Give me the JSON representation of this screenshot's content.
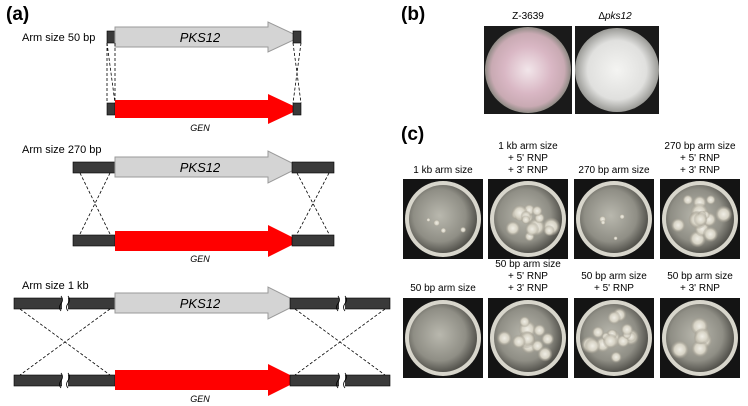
{
  "panels": {
    "a": "(a)",
    "b": "(b)",
    "c": "(c)"
  },
  "panel_a": {
    "rows": [
      {
        "arm_label": "Arm size 50 bp",
        "gene_label": "PKS12",
        "marker_label": "GEN"
      },
      {
        "arm_label": "Arm size 270 bp",
        "gene_label": "PKS12",
        "marker_label": "GEN"
      },
      {
        "arm_label": "Arm size 1 kb",
        "gene_label": "PKS12",
        "marker_label": "GEN"
      }
    ],
    "colors": {
      "gene": "#d4d4d4",
      "marker": "#ff0000",
      "arm": "#3a3a3a"
    }
  },
  "panel_b": {
    "plates": [
      {
        "label": "Z-3639"
      },
      {
        "label_prefix": "Δ",
        "label_italic": "pks12"
      }
    ]
  },
  "panel_c": {
    "row1": [
      {
        "lines": [
          "1 kb arm size"
        ],
        "growth": "sparse"
      },
      {
        "lines": [
          "1 kb arm size",
          "+ 5' RNP",
          "+ 3' RNP"
        ],
        "growth": "dense"
      },
      {
        "lines": [
          "270 bp arm size"
        ],
        "growth": "sparse"
      },
      {
        "lines": [
          "270 bp arm size",
          "+ 5' RNP",
          "+ 3' RNP"
        ],
        "growth": "dense"
      }
    ],
    "row2": [
      {
        "lines": [
          "50 bp arm size"
        ],
        "growth": "none"
      },
      {
        "lines": [
          "50 bp arm size",
          "+ 5' RNP",
          "+ 3' RNP"
        ],
        "growth": "dense"
      },
      {
        "lines": [
          "50 bp arm size",
          "+ 5' RNP"
        ],
        "growth": "dense"
      },
      {
        "lines": [
          "50 bp arm size",
          "+ 3' RNP"
        ],
        "growth": "medium"
      }
    ]
  }
}
